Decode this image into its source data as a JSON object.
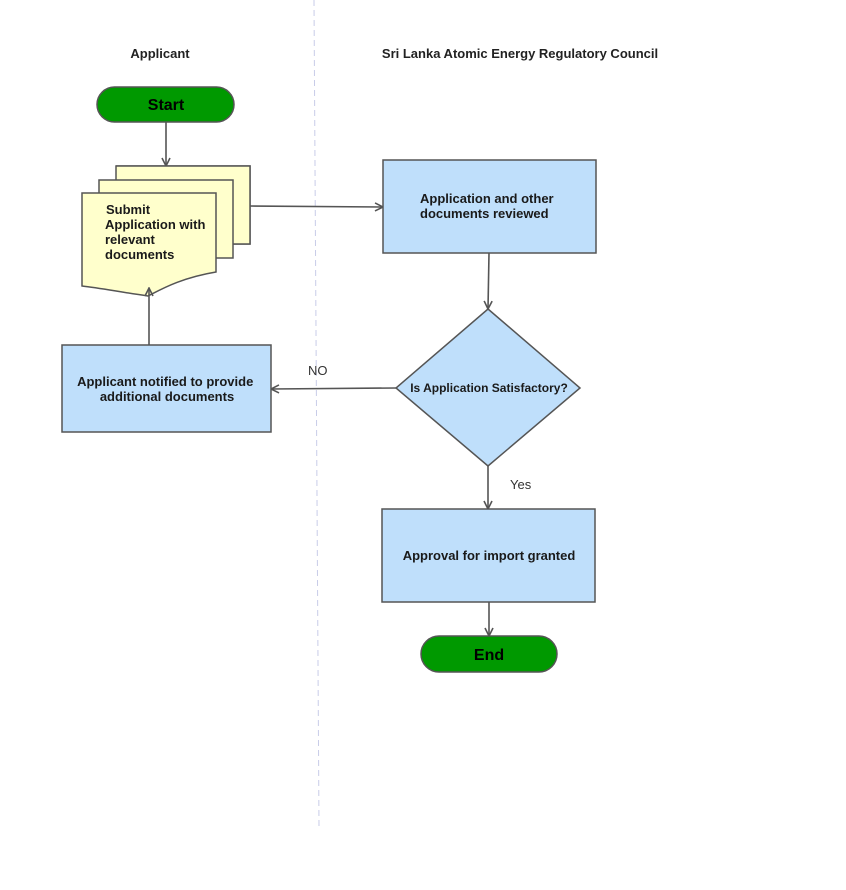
{
  "lanes": {
    "applicant": "Applicant",
    "council": "Sri Lanka Atomic Energy Regulatory Council"
  },
  "nodes": {
    "start": "Start",
    "submit": [
      "Submit",
      "Application with",
      "relevant",
      "documents"
    ],
    "reviewed": [
      "Application and other",
      "documents reviewed"
    ],
    "decision": "Is Application Satisfactory?",
    "notified": [
      "Applicant notified to provide",
      "additional documents"
    ],
    "approval": "Approval for import granted",
    "end": "End"
  },
  "edges": {
    "no_label": "NO",
    "yes_label": "Yes"
  },
  "colors": {
    "terminal": "#009900",
    "process": "#bfdffb",
    "document": "#ffffcc",
    "stroke": "#555555",
    "lane_divider": "#c8cce8"
  }
}
